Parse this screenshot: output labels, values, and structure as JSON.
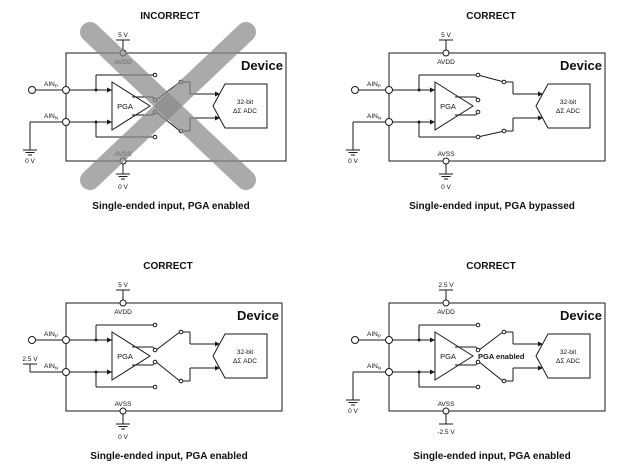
{
  "colors": {
    "line": "#1a1a1a",
    "cross": "#8a8a8a",
    "background": "#ffffff"
  },
  "panels": [
    {
      "title": "INCORRECT",
      "caption": "Single-ended input, PGA enabled",
      "device_label": "Device",
      "adc_label_1": "32-bit",
      "adc_label_2": "ΔΣ ADC",
      "pga_label": "PGA",
      "avdd_label": "AVDD",
      "avss_label": "AVSS",
      "supply_top": "5 V",
      "supply_bottom": "0 V",
      "ain_p": "AIN",
      "ain_p_sub": "P",
      "ain_n": "AIN",
      "ain_n_sub": "N",
      "ain_n_source": "ground",
      "ain_n_source_label": "0 V",
      "pga_mode": "enabled",
      "pga_note": "",
      "crossed_out": true
    },
    {
      "title": "CORRECT",
      "caption": "Single-ended input, PGA bypassed",
      "device_label": "Device",
      "adc_label_1": "32-bit",
      "adc_label_2": "ΔΣ ADC",
      "pga_label": "PGA",
      "avdd_label": "AVDD",
      "avss_label": "AVSS",
      "supply_top": "5 V",
      "supply_bottom": "0 V",
      "ain_p": "AIN",
      "ain_p_sub": "P",
      "ain_n": "AIN",
      "ain_n_sub": "N",
      "ain_n_source": "ground",
      "ain_n_source_label": "0 V",
      "pga_mode": "bypassed",
      "pga_note": "",
      "crossed_out": false
    },
    {
      "title": "CORRECT",
      "caption": "Single-ended input, PGA enabled",
      "device_label": "Device",
      "adc_label_1": "32-bit",
      "adc_label_2": "ΔΣ ADC",
      "pga_label": "PGA",
      "avdd_label": "AVDD",
      "avss_label": "AVSS",
      "supply_top": "5 V",
      "supply_bottom": "0 V",
      "ain_p": "AIN",
      "ain_p_sub": "P",
      "ain_n": "AIN",
      "ain_n_sub": "N",
      "ain_n_source": "supply",
      "ain_n_source_label": "2.5 V",
      "pga_mode": "enabled",
      "pga_note": "",
      "crossed_out": false
    },
    {
      "title": "CORRECT",
      "caption": "Single-ended input, PGA enabled",
      "device_label": "Device",
      "adc_label_1": "32-bit",
      "adc_label_2": "ΔΣ ADC",
      "pga_label": "PGA",
      "avdd_label": "AVDD",
      "avss_label": "AVSS",
      "supply_top": "2.5 V",
      "supply_bottom": "-2.5 V",
      "ain_p": "AIN",
      "ain_p_sub": "P",
      "ain_n": "AIN",
      "ain_n_sub": "N",
      "ain_n_source": "ground",
      "ain_n_source_label": "0 V",
      "pga_mode": "enabled",
      "pga_note": "PGA enabled",
      "crossed_out": false
    }
  ]
}
